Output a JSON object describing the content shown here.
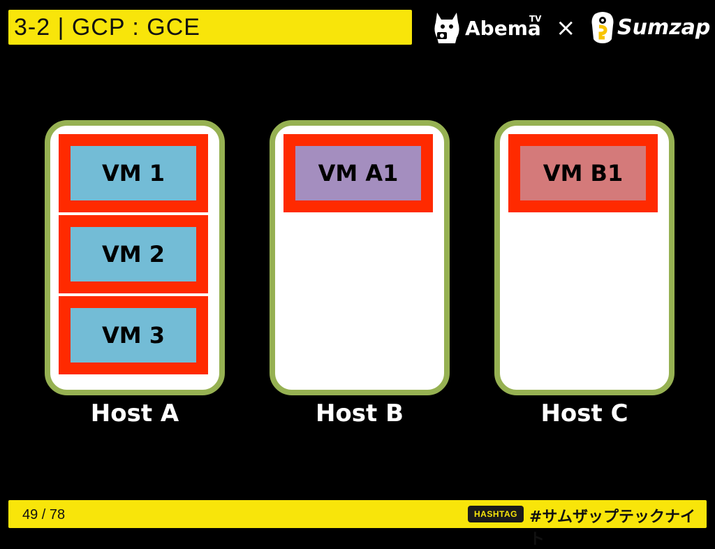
{
  "header": {
    "title": "3-2 | GCP : GCE",
    "logos": {
      "abema": "Abema",
      "abema_suffix": "TV",
      "separator": "×",
      "sumzap": "Sumzap"
    }
  },
  "hosts": [
    {
      "label": "Host A",
      "vms": [
        "VM 1",
        "VM 2",
        "VM 3"
      ],
      "vm_color": "#73bcd6"
    },
    {
      "label": "Host B",
      "vms": [
        "VM A1"
      ],
      "vm_color": "#a48ebf"
    },
    {
      "label": "Host C",
      "vms": [
        "VM B1"
      ],
      "vm_color": "#d47a7a"
    }
  ],
  "colors": {
    "background": "#000000",
    "accent_yellow": "#f8e50a",
    "host_border": "#96b152",
    "vm_frame": "#ff2a00"
  },
  "footer": {
    "page": "49 / 78",
    "badge": "HASHTAG",
    "hashtag": "#サムザップテックナイト"
  }
}
